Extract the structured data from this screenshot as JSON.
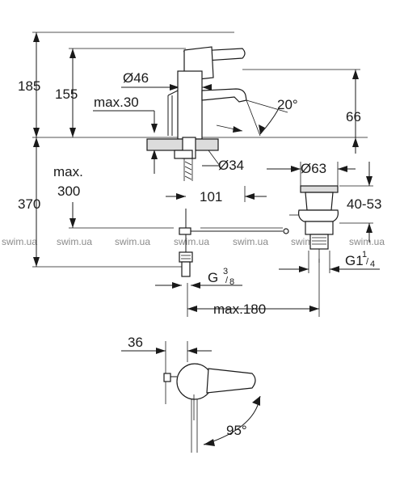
{
  "dimensions": {
    "h185": "185",
    "h155": "155",
    "d46": "Ø46",
    "max30": "max.30",
    "angle20": "20°",
    "h66": "66",
    "max_label": "max.",
    "h300": "300",
    "h370": "370",
    "d34": "Ø34",
    "w101": "101",
    "d63": "Ø63",
    "r4053": "40-53",
    "g_thread": "G1",
    "g_thread_frac_num": "1",
    "g_thread_frac_den": "4",
    "g38": "G",
    "g38_num": "3",
    "g38_den": "8",
    "max180": "max.180",
    "w36": "36",
    "angle95": "95°"
  },
  "watermarks": [
    "swim.ua",
    "swim.ua",
    "swim.ua",
    "swim.ua",
    "swim.ua",
    "swim.ua",
    "swim.ua"
  ]
}
